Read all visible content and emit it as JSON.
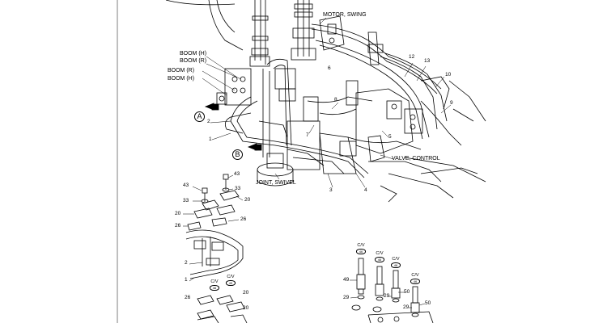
{
  "labels": {
    "motor_swing": "MOTOR, SWING",
    "boom_h_1": "BOOM (H)",
    "boom_r_1": "BOOM (R)",
    "boom_r_2": "BOOM (R)",
    "boom_h_2": "BOOM (H)",
    "valve_control": "VALVE, CONTROL",
    "joint_swivel": "JOINT, SWIVEL",
    "view_a": "A",
    "view_b": "B",
    "cv": "C/V"
  },
  "callouts": {
    "n12": "12",
    "n13": "13",
    "n10": "10",
    "n9": "9",
    "n8": "8",
    "n6": "6",
    "n7": "7",
    "n5": "5",
    "n2": "2",
    "n1": "1",
    "n3": "3",
    "n4": "4",
    "n43a": "43",
    "n43b": "43",
    "n33a": "33",
    "n33b": "33",
    "n20a": "20",
    "n20b": "20",
    "n26a": "26",
    "n26b": "26",
    "n2b": "2",
    "n1b": "1",
    "n26c": "26",
    "n20c": "20",
    "n20d": "20",
    "n49": "49",
    "n50a": "50",
    "n50b": "50",
    "n29a": "29",
    "n29b": "29",
    "n29c": "29"
  },
  "cv_ovals": {
    "o1": "46",
    "o2": "49",
    "o3": "46",
    "o4": "46",
    "o5": "46",
    "o6": "46"
  }
}
